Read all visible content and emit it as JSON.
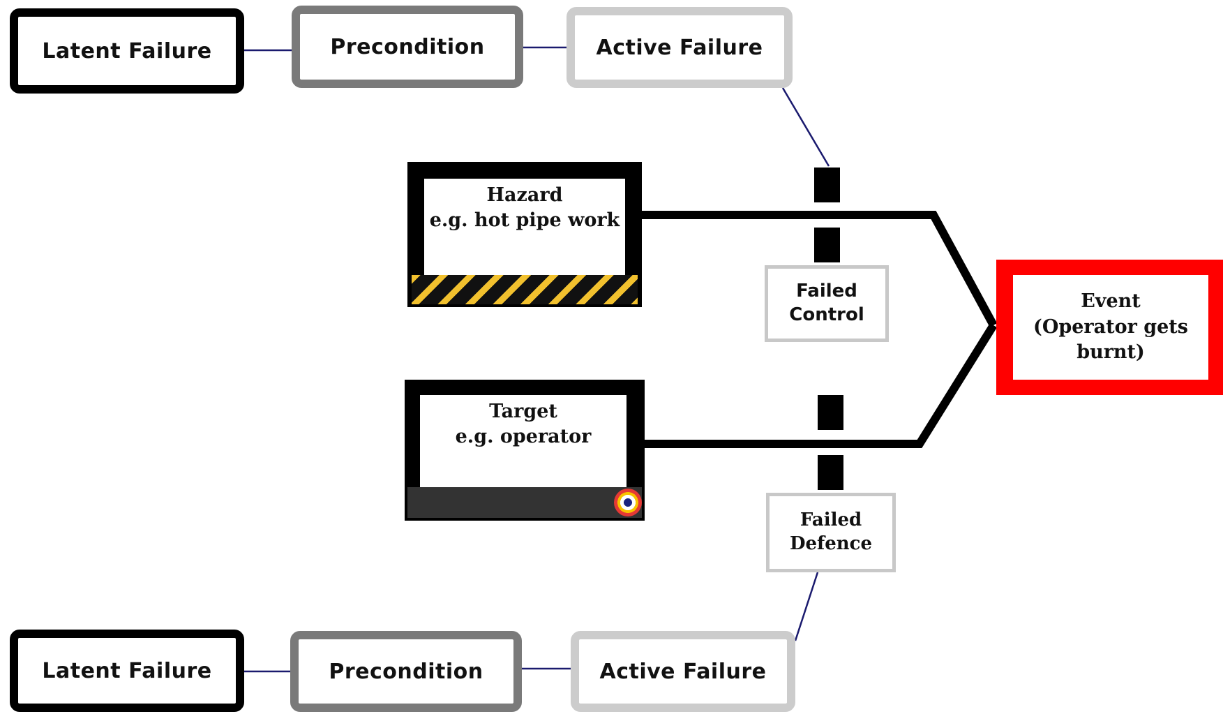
{
  "top_chain": {
    "latent_failure": "Latent Failure",
    "precondition": "Precondition",
    "active_failure": "Active Failure"
  },
  "bottom_chain": {
    "latent_failure": "Latent Failure",
    "precondition": "Precondition",
    "active_failure": "Active Failure"
  },
  "hazard": {
    "title": "Hazard",
    "example": "e.g. hot pipe work"
  },
  "target": {
    "title": "Target",
    "example": "e.g. operator"
  },
  "failed_control": {
    "line1": "Failed",
    "line2": "Control"
  },
  "failed_defence": {
    "line1": "Failed",
    "line2": "Defence"
  },
  "event": {
    "line1": "Event",
    "line2": "(Operator gets",
    "line3": "burnt)"
  },
  "colors": {
    "latent_border": "#000000",
    "precondition_border": "#7a7a7a",
    "active_border": "#cccccc",
    "event_border": "#ff0000",
    "connector_line": "#1a1a6e",
    "hazard_stripe": "#f2c12e"
  },
  "icons": {
    "target_marker": "bullseye-icon",
    "hazard_marker": "hazard-stripes-icon"
  }
}
